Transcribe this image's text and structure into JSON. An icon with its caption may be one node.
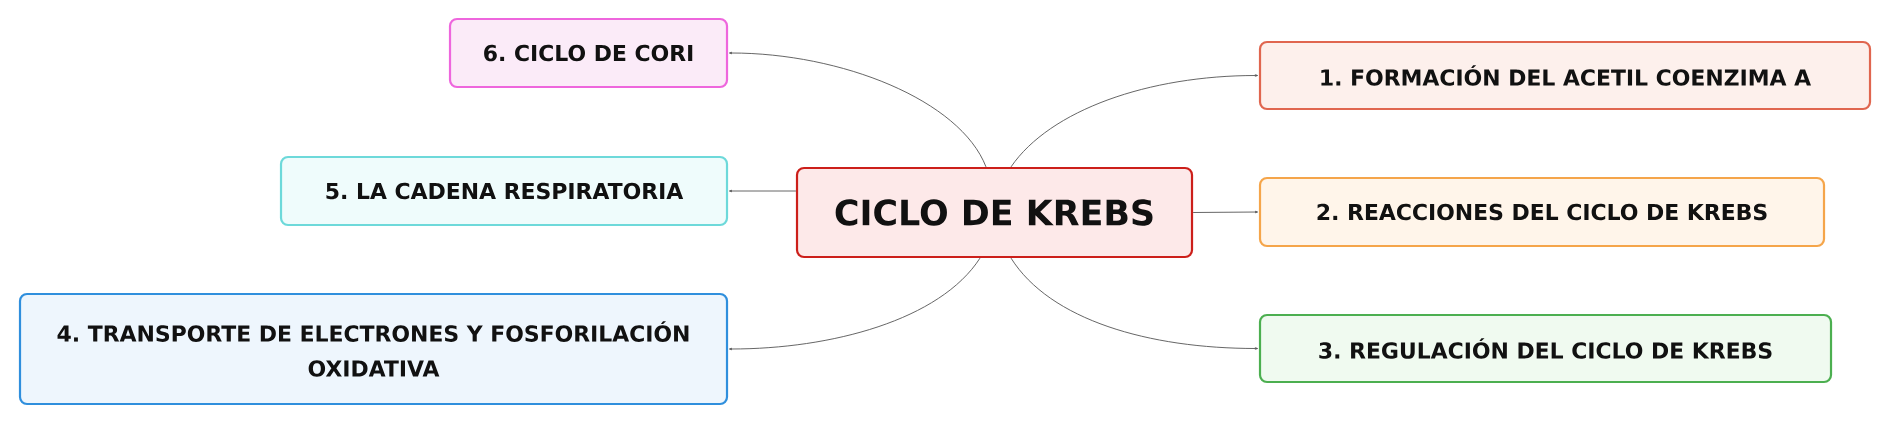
{
  "diagram": {
    "nodes": [
      {
        "text": [
          "CICLO DE KREBS"
        ]
      },
      {
        "text": [
          "1. FORMACIÓN DEL ACETIL COENZIMA A"
        ]
      },
      {
        "text": [
          "2. REACCIONES DEL CICLO DE KREBS"
        ]
      },
      {
        "text": [
          "3. REGULACIÓN DEL CICLO DE KREBS"
        ]
      },
      {
        "text": [
          "4. TRANSPORTE DE ELECTRONES Y FOSFORILACIÓN OXIDATIVA"
        ]
      },
      {
        "text": [
          "5. LA CADENA RESPIRATORIA"
        ]
      },
      {
        "text": [
          "6. CICLO DE CORI"
        ]
      }
    ],
    "edges": [
      {
        "from": 0,
        "to": 1,
        "arrow": "to"
      },
      {
        "from": 0,
        "to": 2,
        "arrow": "to"
      },
      {
        "from": 0,
        "to": 3,
        "arrow": "to"
      },
      {
        "from": 0,
        "to": 4,
        "arrow": "to"
      },
      {
        "from": 0,
        "to": 5,
        "arrow": "to"
      },
      {
        "from": 0,
        "to": 6,
        "arrow": "to"
      }
    ]
  }
}
